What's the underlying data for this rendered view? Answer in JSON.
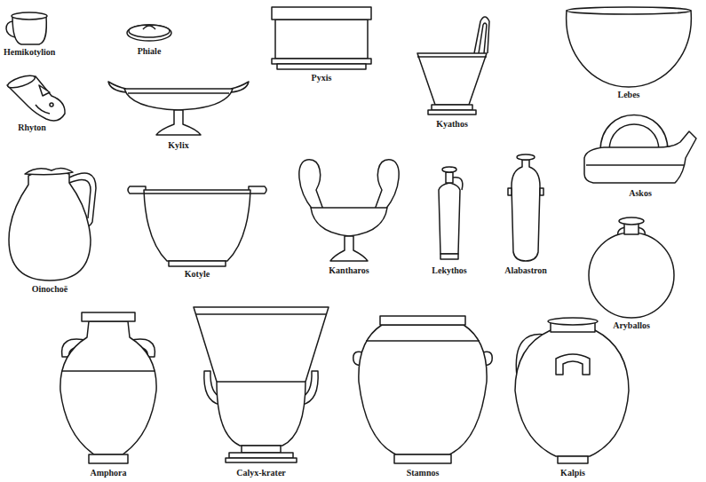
{
  "diagram": {
    "labels": [
      "Hemikotylion",
      "Phiale",
      "Pyxis",
      "Kyathos",
      "Lebes",
      "Rhyton",
      "Kylix",
      "Askos",
      "Oinochoë",
      "Kotyle",
      "Kantharos",
      "Lekythos",
      "Alabastron",
      "Aryballos",
      "Amphora",
      "Calyx-krater",
      "Stamnos",
      "Kalpis"
    ]
  }
}
